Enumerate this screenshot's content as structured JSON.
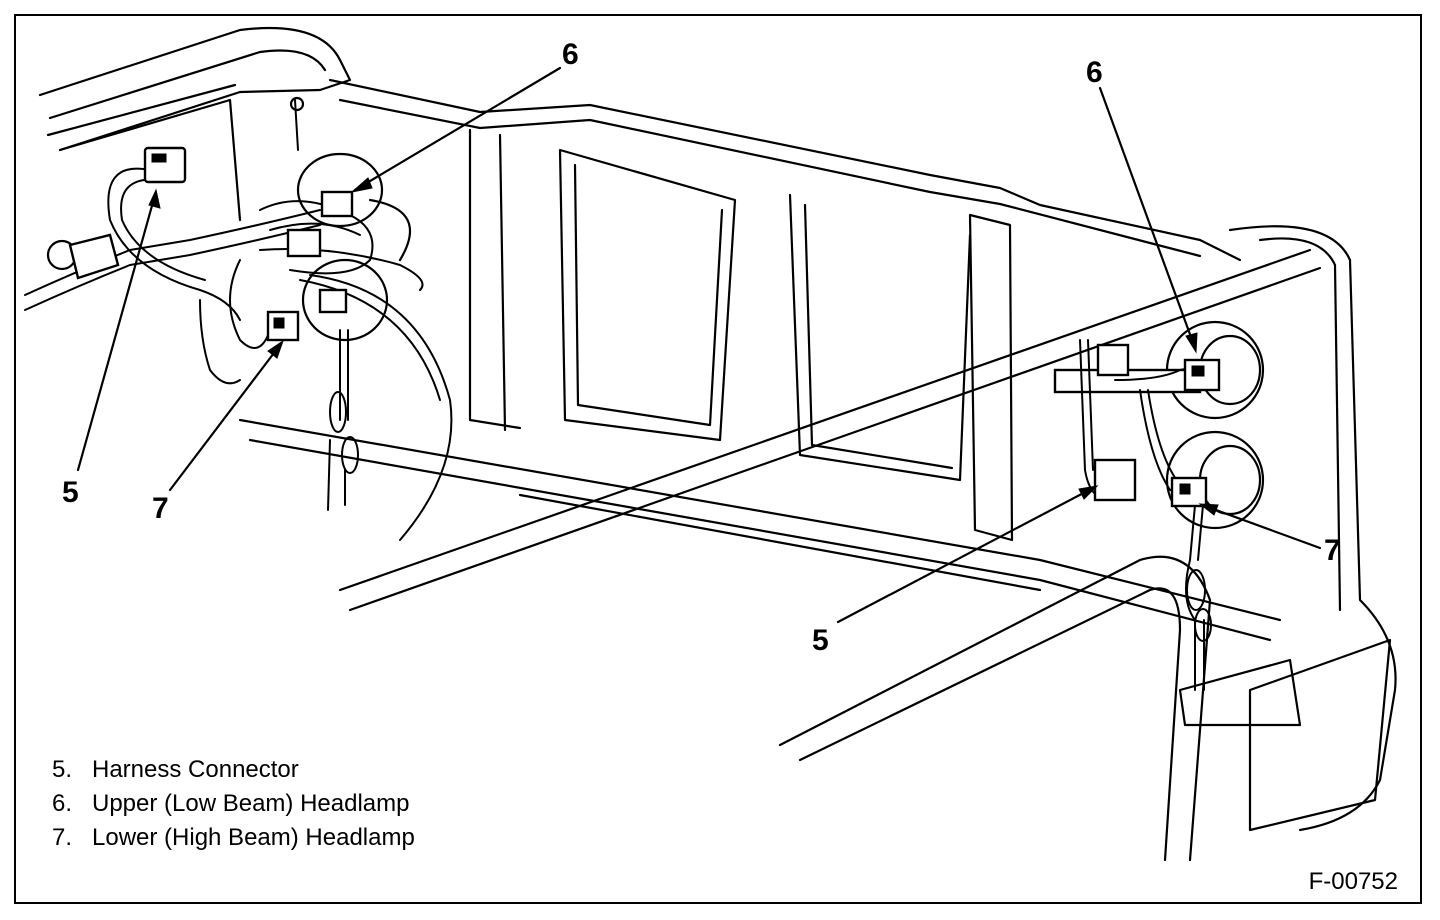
{
  "callouts": {
    "c6_left": "6",
    "c6_right": "6",
    "c5_left": "5",
    "c7_left": "7",
    "c5_right": "5",
    "c7_right": "7"
  },
  "legend": [
    {
      "num": "5.",
      "label": "Harness Connector"
    },
    {
      "num": "6.",
      "label": "Upper (Low Beam) Headlamp"
    },
    {
      "num": "7.",
      "label": "Lower (High Beam) Headlamp"
    }
  ],
  "figure_id": "F-00752"
}
